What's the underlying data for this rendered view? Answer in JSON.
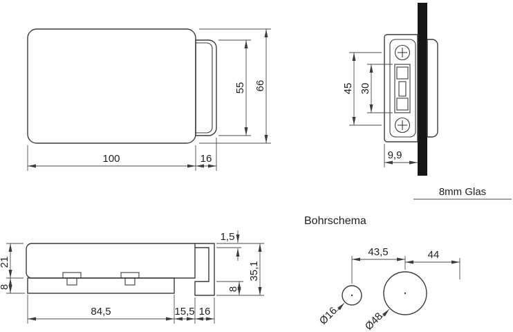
{
  "front_view": {
    "tab_height": "55",
    "total_height": "66",
    "body_width": "100",
    "tab_width": "16"
  },
  "side_view": {
    "hole_spacing": "45",
    "latch_span": "30",
    "depth": "9,9",
    "glass_label": "8mm Glas"
  },
  "bottom_view": {
    "body_height": "21",
    "plate_thickness": "8",
    "lip_thickness": "1,5",
    "foot_height": "8",
    "total_height": "35,1",
    "plate_length": "84,5",
    "tab_offset": "15,5",
    "hook_width": "16"
  },
  "drill_schema": {
    "title": "Bohrschema",
    "hole_center_distance": "43,5",
    "edge_distance": "44",
    "small_hole_diameter": "Ø16",
    "large_hole_diameter": "Ø48"
  }
}
